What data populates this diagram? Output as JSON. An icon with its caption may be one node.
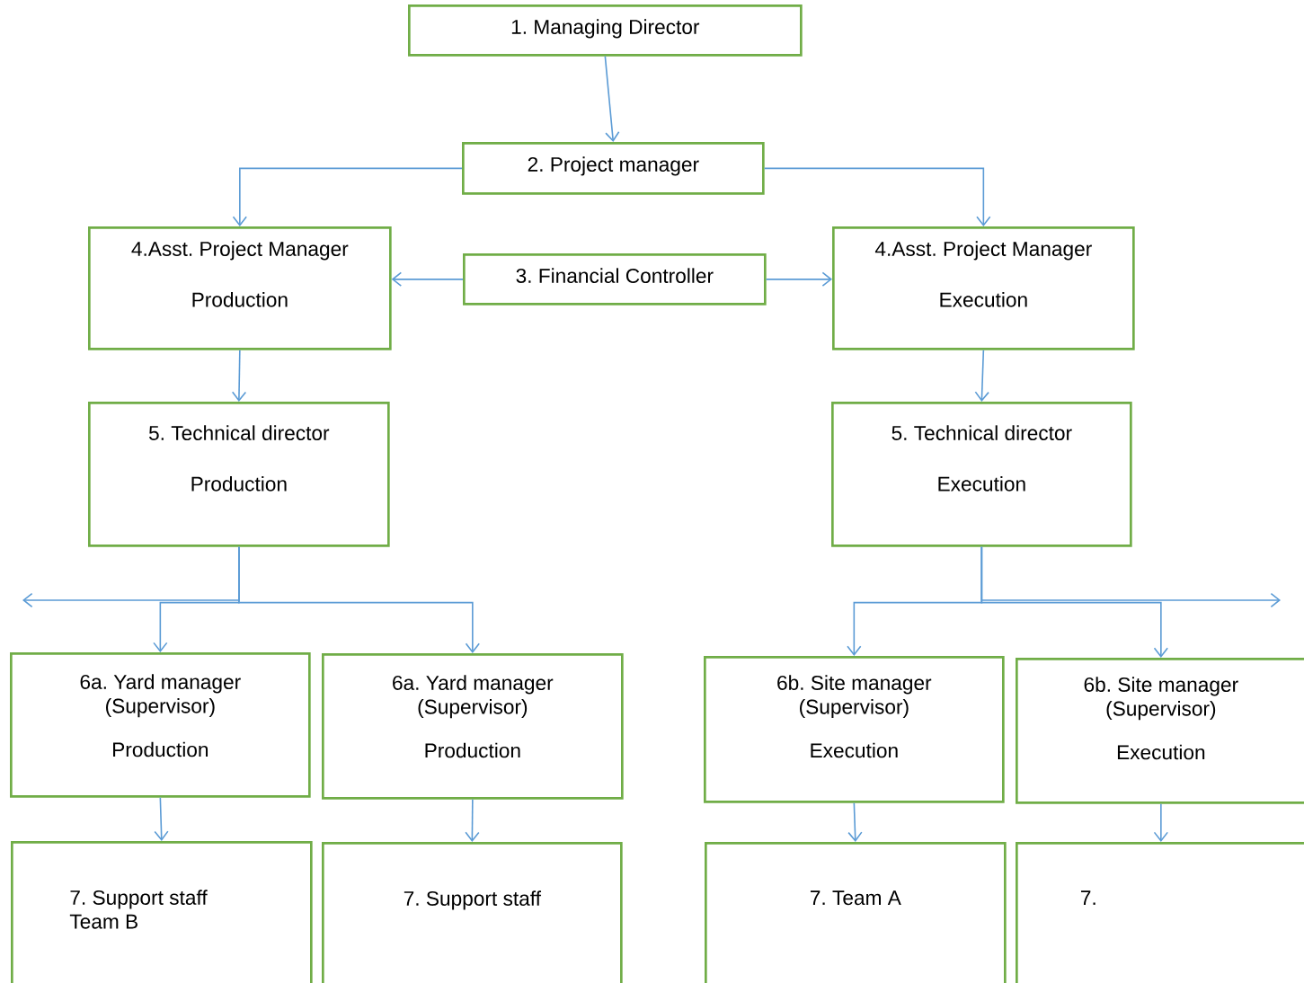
{
  "diagram": {
    "nodes": [
      {
        "text": [
          "1. Managing Director"
        ]
      },
      {
        "text": [
          "2. Project manager"
        ]
      },
      {
        "text": [
          "4.Asst. Project Manager",
          "Production"
        ]
      },
      {
        "text": [
          "3. Financial Controller"
        ]
      },
      {
        "text": [
          "4.Asst. Project Manager",
          "Execution"
        ]
      },
      {
        "text": [
          "5. Technical director",
          "Production"
        ]
      },
      {
        "text": [
          "5. Technical director",
          "Execution"
        ]
      },
      {
        "text": [
          "6a. Yard manager (Supervisor)",
          "Production"
        ]
      },
      {
        "text": [
          "6a. Yard manager (Supervisor)",
          "Production"
        ]
      },
      {
        "text": [
          "6b. Site manager (Supervisor)",
          "Execution"
        ]
      },
      {
        "text": [
          "6b. Site manager (Supervisor)",
          "Execution"
        ]
      },
      {
        "text": [
          "7. Support staff Team B"
        ]
      },
      {
        "text": [
          "7. Support staff"
        ]
      },
      {
        "text": [
          "7. Team A"
        ]
      },
      {
        "text": [
          "7."
        ]
      }
    ],
    "edges": [
      {
        "from": 0,
        "to": 1,
        "arrow": "to"
      },
      {
        "from": 1,
        "to": 2,
        "arrow": "to"
      },
      {
        "from": 1,
        "to": 4,
        "arrow": "to"
      },
      {
        "from": 3,
        "to": 2,
        "arrow": "to"
      },
      {
        "from": 3,
        "to": 4,
        "arrow": "to"
      },
      {
        "from": 2,
        "to": 5,
        "arrow": "to"
      },
      {
        "from": 4,
        "to": 6,
        "arrow": "to"
      },
      {
        "from": 5,
        "to": null,
        "arrow": "to"
      },
      {
        "from": 5,
        "to": 7,
        "arrow": "to"
      },
      {
        "from": 5,
        "to": 8,
        "arrow": "to"
      },
      {
        "from": 6,
        "to": 9,
        "arrow": "to"
      },
      {
        "from": 6,
        "to": 10,
        "arrow": "to"
      },
      {
        "from": 6,
        "to": null,
        "arrow": "to"
      },
      {
        "from": 7,
        "to": 11,
        "arrow": "to"
      },
      {
        "from": 8,
        "to": 12,
        "arrow": "to"
      },
      {
        "from": 9,
        "to": 13,
        "arrow": "to"
      },
      {
        "from": 10,
        "to": 14,
        "arrow": "to"
      }
    ]
  }
}
